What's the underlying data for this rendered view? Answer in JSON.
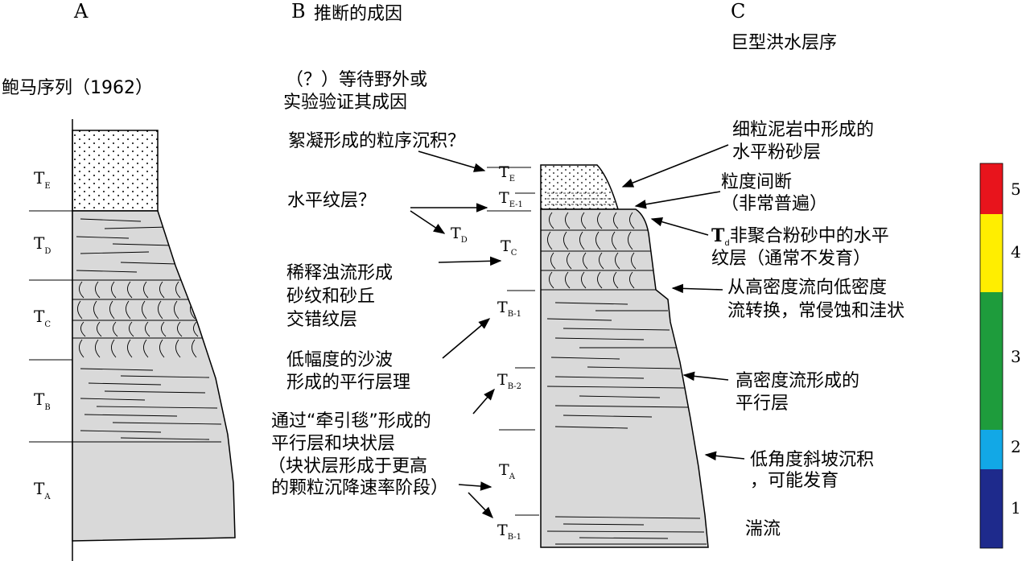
{
  "column_a": {
    "letter": "A",
    "title": "鲍马序列（1962）",
    "units": [
      {
        "main": "T",
        "sub": "E"
      },
      {
        "main": "T",
        "sub": "D"
      },
      {
        "main": "T",
        "sub": "C"
      },
      {
        "main": "T",
        "sub": "B"
      },
      {
        "main": "T",
        "sub": "A"
      }
    ]
  },
  "column_b": {
    "letter": "B",
    "title": "推断的成因",
    "labels": {
      "unknown_line1": "（？）等待野外或",
      "unknown_line2": "实验验证其成因",
      "flocculation": "絮凝形成的粒序沉积？",
      "horizontal_lamination": "水平纹层？",
      "dilute_line1": "稀释浊流形成",
      "dilute_line2": "砂纹和砂丘",
      "dilute_line3": "交错纹层",
      "lowamp_line1": "低幅度的沙波",
      "lowamp_line2": "形成的平行层理",
      "traction_line1": "通过“牵引毯”形成的",
      "traction_line2": "平行层和块状层",
      "traction_line3": "（块状层形成于更高",
      "traction_line4": "的颗粒沉降速率阶段）"
    },
    "units": [
      {
        "main": "T",
        "sub": "E"
      },
      {
        "main": "T",
        "sub": "E-1"
      },
      {
        "main": "T",
        "sub": "D"
      },
      {
        "main": "T",
        "sub": "C"
      },
      {
        "main": "T",
        "sub": "B-1"
      },
      {
        "main": "T",
        "sub": "B-2"
      },
      {
        "main": "T",
        "sub": "A"
      },
      {
        "main": "T",
        "sub": "B-1"
      }
    ]
  },
  "column_c": {
    "letter": "C",
    "title": "巨型洪水层序",
    "labels": {
      "fine_line1": "细粒泥岩中形成的",
      "fine_line2": "水平粉砂层",
      "gap_line1": "粒度间断",
      "gap_line2": "（非常普遍）",
      "td_T": "T",
      "td_sub": "d",
      "td_line1": "非聚合粉砂中的水平",
      "td_line2": "纹层（通常不发育）",
      "trans_line1": "从高密度流向低密度",
      "trans_line2": "流转换，常侵蚀和洼状",
      "hd_line1": "高密度流形成的",
      "hd_line2": "平行层",
      "low_line1": "低角度斜坡沉积",
      "low_line2": "，可能发育",
      "turb": "湍流"
    }
  },
  "color_scale": {
    "levels": [
      {
        "label": "5",
        "color": "#e8141c"
      },
      {
        "label": "4",
        "color": "#ffee00"
      },
      {
        "label": "3",
        "color": "#1e9c3c"
      },
      {
        "label": "2",
        "color": "#12a8e6"
      },
      {
        "label": "1",
        "color": "#1e2a8c"
      }
    ]
  },
  "colors": {
    "fill": "#d9d9d9",
    "line": "#000000"
  }
}
